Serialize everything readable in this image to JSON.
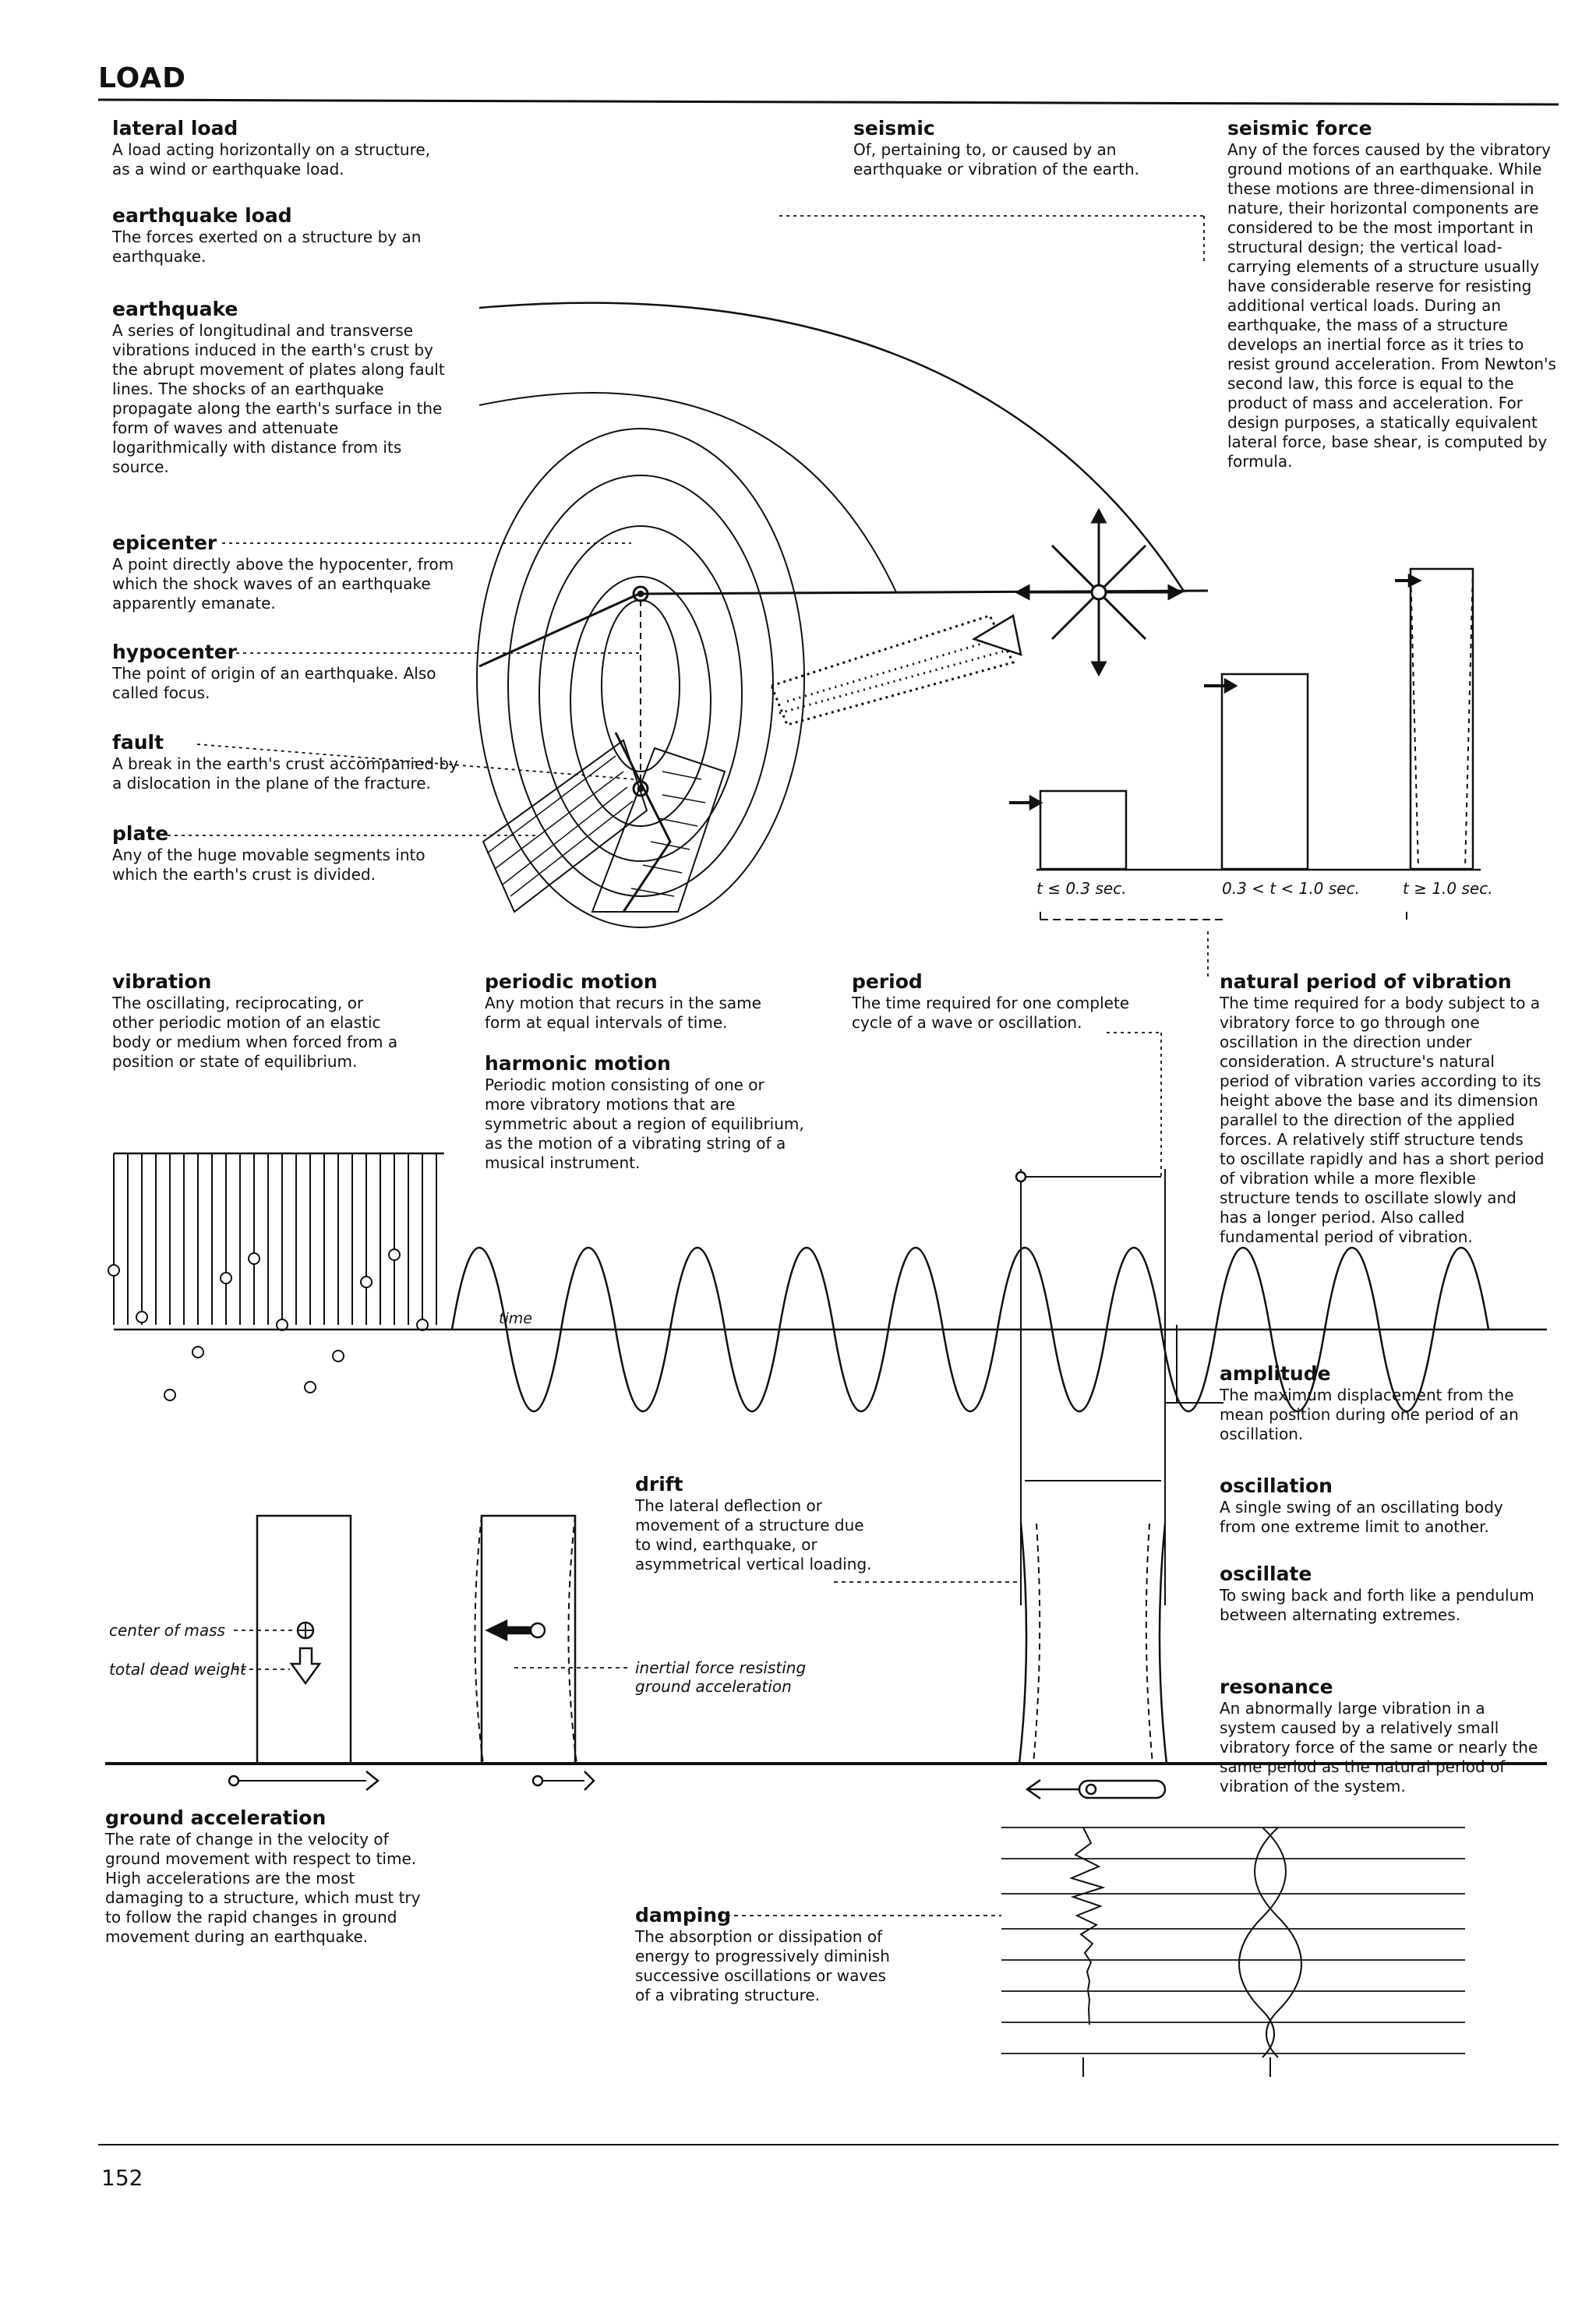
{
  "header": {
    "title": "LOAD"
  },
  "footer": {
    "page_number": "152"
  },
  "entries": {
    "lateral_load": {
      "term": "lateral load",
      "definition": "A load acting horizontally on a structure,\nas a wind or earthquake load."
    },
    "earthquake_load": {
      "term": "earthquake load",
      "definition": "The forces exerted on a structure by an\nearthquake."
    },
    "earthquake": {
      "term": "earthquake",
      "definition": "A series of longitudinal and transverse\nvibrations induced in the earth's crust by\nthe abrupt movement of plates along fault\nlines. The shocks of an earthquake\npropagate along the earth's surface in the\nform of waves and attenuate\nlogarithmically with distance from its\nsource."
    },
    "epicenter": {
      "term": "epicenter",
      "definition": "A point directly above the hypocenter, from\nwhich the shock waves of an earthquake\napparently emanate."
    },
    "hypocenter": {
      "term": "hypocenter",
      "definition": "The point of origin of an earthquake. Also\ncalled focus."
    },
    "fault": {
      "term": "fault",
      "definition": "A break in the earth's crust accompanied by\na dislocation in the plane of the fracture."
    },
    "plate": {
      "term": "plate",
      "definition": "Any of the huge movable segments into\nwhich the earth's crust is divided."
    },
    "seismic": {
      "term": "seismic",
      "definition": "Of, pertaining to, or caused by an\nearthquake or vibration of the earth."
    },
    "seismic_force": {
      "term": "seismic force",
      "definition": "Any of the forces caused by the vibratory\nground motions of an earthquake. While\nthese motions are three-dimensional in\nnature, their horizontal components are\nconsidered to be the most important in\nstructural design; the vertical load-\ncarrying elements of a structure usually\nhave considerable reserve for resisting\nadditional vertical loads. During an\nearthquake, the mass of a structure\ndevelops an inertial force as it tries to\nresist ground acceleration. From Newton's\nsecond law, this force is equal to the\nproduct of mass and acceleration. For\ndesign purposes, a statically equivalent\nlateral force, base shear, is computed by\nformula."
    },
    "vibration": {
      "term": "vibration",
      "definition": "The oscillating, reciprocating, or\nother periodic motion of an elastic\nbody or medium when forced from a\nposition or state of equilibrium."
    },
    "periodic_motion": {
      "term": "periodic motion",
      "definition": "Any motion that recurs in the same\nform at equal intervals of time."
    },
    "harmonic_motion": {
      "term": "harmonic motion",
      "definition": "Periodic motion consisting of one or\nmore vibratory motions that are\nsymmetric about a region of equilibrium,\nas the motion of a vibrating string of a\nmusical instrument."
    },
    "period": {
      "term": "period",
      "definition": "The time required for one complete\ncycle of a wave or oscillation."
    },
    "natural_period": {
      "term": "natural period of vibration",
      "definition": "The time required for a body subject to a\nvibratory force to go through one\noscillation in the direction under\nconsideration. A structure's natural\nperiod of vibration varies according to its\nheight above the base and its dimension\nparallel to the direction of the applied\nforces. A relatively stiff structure tends\nto oscillate rapidly and has a short period\nof vibration while a more flexible\nstructure tends to oscillate slowly and\nhas a longer period. Also called\nfundamental period of vibration."
    },
    "amplitude": {
      "term": "amplitude",
      "definition": "The maximum displacement from the\nmean position during one period of an\noscillation."
    },
    "oscillation": {
      "term": "oscillation",
      "definition": "A single swing of an oscillating body\nfrom one extreme limit to another."
    },
    "oscillate": {
      "term": "oscillate",
      "definition": "To swing back and forth like a pendulum\nbetween alternating extremes."
    },
    "resonance": {
      "term": "resonance",
      "definition": "An abnormally large vibration in a\nsystem caused by a relatively small\nvibratory force of the same or nearly the\nsame period as the natural period of\nvibration of the system."
    },
    "drift": {
      "term": "drift",
      "definition": "The lateral deflection or\nmovement of a structure due\nto wind, earthquake, or\nasymmetrical vertical loading."
    },
    "ground_acceleration": {
      "term": "ground acceleration",
      "definition": "The rate of change in the velocity of\nground movement with respect to time.\nHigh accelerations are the most\ndamaging to a structure, which must try\nto follow the rapid changes in ground\nmovement during an earthquake."
    },
    "damping": {
      "term": "damping",
      "definition": "The absorption or dissipation of\nenergy to progressively diminish\nsuccessive oscillations or waves\nof a vibrating structure."
    }
  },
  "diagram_labels": {
    "period_short": "t ≤ 0.3 sec.",
    "period_mid": "0.3 < t < 1.0 sec.",
    "period_long": "t ≥ 1.0 sec.",
    "time": "time",
    "center_of_mass": "center of mass",
    "total_dead_weight": "total dead weight",
    "inertial_force": "inertial force resisting\nground acceleration"
  }
}
